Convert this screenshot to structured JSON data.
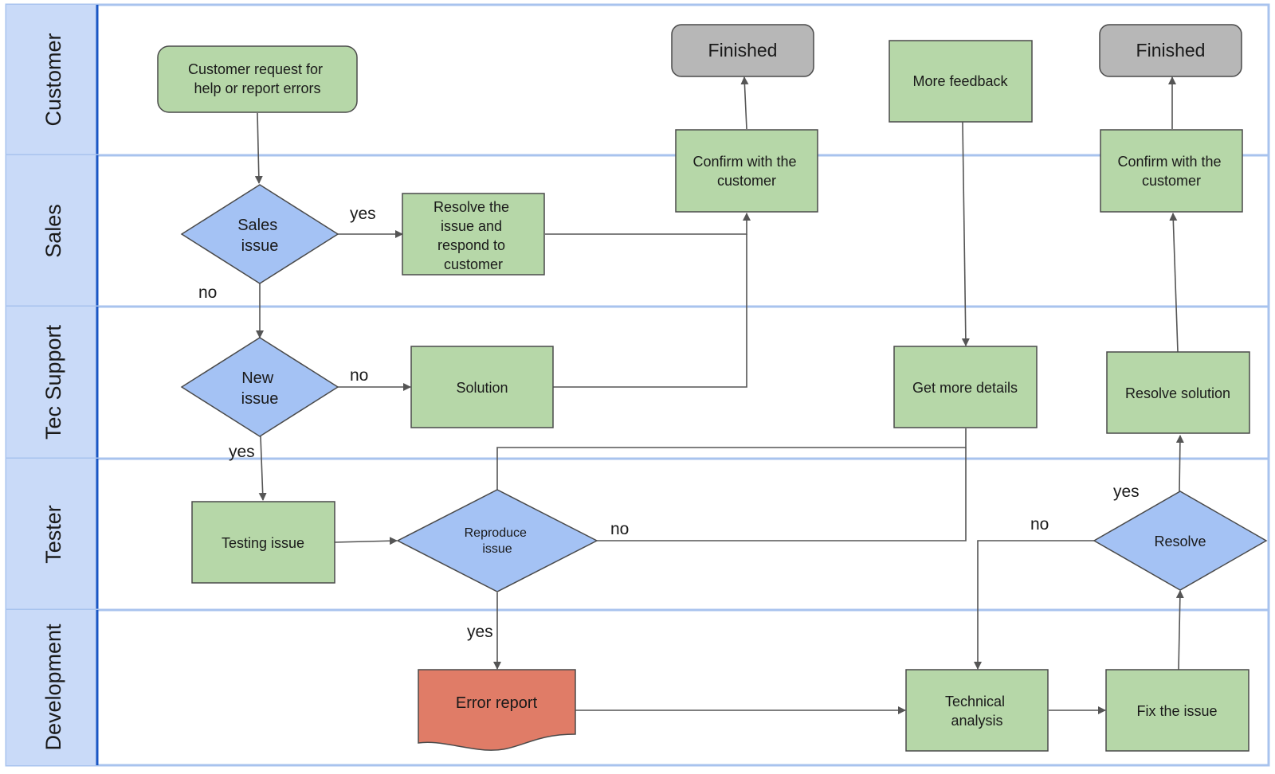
{
  "diagram": {
    "colors": {
      "process": "#b6d7a8",
      "decision": "#a4c2f4",
      "terminal": "#b7b7b7",
      "document": "#e07c67",
      "lane_header": "#c9daf8",
      "lane_border": "#a8c3ee",
      "lane_divider": "#1a56c4",
      "edge": "#555555"
    },
    "lanes": [
      {
        "id": "customer",
        "label": "Customer"
      },
      {
        "id": "sales",
        "label": "Sales"
      },
      {
        "id": "tec",
        "label": "Tec Support"
      },
      {
        "id": "tester",
        "label": "Tester"
      },
      {
        "id": "dev",
        "label": "Development"
      }
    ],
    "nodes": {
      "request": {
        "shape": "process-rounded",
        "lines": [
          "Customer request for",
          "help or report errors"
        ]
      },
      "finished1": {
        "shape": "terminal",
        "lines": [
          "Finished"
        ]
      },
      "more_feedback": {
        "shape": "process",
        "lines": [
          "More feedback"
        ]
      },
      "finished2": {
        "shape": "terminal",
        "lines": [
          "Finished"
        ]
      },
      "sales_issue": {
        "shape": "decision",
        "lines": [
          "Sales",
          "issue"
        ]
      },
      "resolve_sales": {
        "shape": "process",
        "lines": [
          "Resolve the",
          "issue and",
          "respond to",
          "customer"
        ]
      },
      "confirm1": {
        "shape": "process",
        "lines": [
          "Confirm with the",
          "customer"
        ]
      },
      "confirm2": {
        "shape": "process",
        "lines": [
          "Confirm with the",
          "customer"
        ]
      },
      "new_issue": {
        "shape": "decision",
        "lines": [
          "New",
          "issue"
        ]
      },
      "solution": {
        "shape": "process",
        "lines": [
          "Solution"
        ]
      },
      "get_details": {
        "shape": "process",
        "lines": [
          "Get more details"
        ]
      },
      "resolve_solution": {
        "shape": "process",
        "lines": [
          "Resolve solution"
        ]
      },
      "testing": {
        "shape": "process",
        "lines": [
          "Testing issue"
        ]
      },
      "reproduce": {
        "shape": "decision",
        "lines": [
          "Reproduce",
          "issue"
        ]
      },
      "resolve_dec": {
        "shape": "decision",
        "lines": [
          "Resolve"
        ]
      },
      "error_report": {
        "shape": "document",
        "lines": [
          "Error report"
        ]
      },
      "tech_analysis": {
        "shape": "process",
        "lines": [
          "Technical",
          "analysis"
        ]
      },
      "fix": {
        "shape": "process",
        "lines": [
          "Fix the issue"
        ]
      }
    },
    "edges": [
      {
        "from": "request",
        "to": "sales_issue"
      },
      {
        "from": "sales_issue",
        "to": "resolve_sales",
        "label": "yes"
      },
      {
        "from": "sales_issue",
        "to": "new_issue",
        "label": "no"
      },
      {
        "from": "resolve_sales",
        "to": "confirm1"
      },
      {
        "from": "confirm1",
        "to": "finished1"
      },
      {
        "from": "new_issue",
        "to": "solution",
        "label": "no"
      },
      {
        "from": "solution",
        "to": "confirm1"
      },
      {
        "from": "new_issue",
        "to": "testing",
        "label": "yes"
      },
      {
        "from": "testing",
        "to": "reproduce"
      },
      {
        "from": "reproduce",
        "to": "get_details"
      },
      {
        "from": "reproduce",
        "to": "get_details",
        "label": "no"
      },
      {
        "from": "more_feedback",
        "to": "get_details"
      },
      {
        "from": "reproduce",
        "to": "error_report",
        "label": "yes"
      },
      {
        "from": "error_report",
        "to": "tech_analysis"
      },
      {
        "from": "tech_analysis",
        "to": "fix"
      },
      {
        "from": "fix",
        "to": "resolve_dec"
      },
      {
        "from": "resolve_dec",
        "to": "tech_analysis",
        "label": "no"
      },
      {
        "from": "resolve_dec",
        "to": "resolve_solution",
        "label": "yes"
      },
      {
        "from": "resolve_solution",
        "to": "confirm2"
      },
      {
        "from": "confirm2",
        "to": "finished2"
      }
    ]
  }
}
